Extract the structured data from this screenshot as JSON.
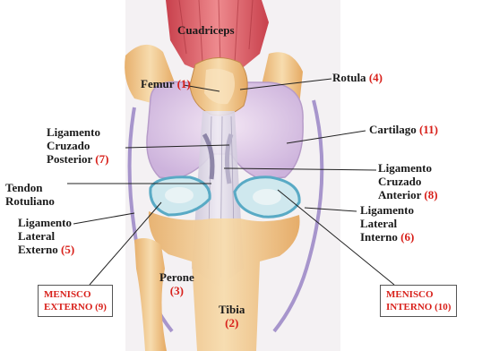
{
  "labels": {
    "cuadriceps": "Cuadriceps",
    "femur": "Femur",
    "femur_num": "(1)",
    "rotula": "Rotula",
    "rotula_num": "(4)",
    "lig_cruz_post_1": "Ligamento",
    "lig_cruz_post_2": "Cruzado",
    "lig_cruz_post_3": "Posterior",
    "lig_cruz_post_num": "(7)",
    "cartilago": "Cartilago",
    "cartilago_num": "(11)",
    "tendon_1": "Tendon",
    "tendon_2": "Rotuliano",
    "lig_cruz_ant_1": "Ligamento",
    "lig_cruz_ant_2": "Cruzado",
    "lig_cruz_ant_3": "Anterior",
    "lig_cruz_ant_num": "(8)",
    "lig_lat_ext_1": "Ligamento",
    "lig_lat_ext_2": "Lateral",
    "lig_lat_ext_3": "Externo",
    "lig_lat_ext_num": "(5)",
    "lig_lat_int_1": "Ligamento",
    "lig_lat_int_2": "Lateral",
    "lig_lat_int_3": "Interno",
    "lig_lat_int_num": "(6)",
    "perone": "Perone",
    "perone_num": "(3)",
    "tibia": "Tibia",
    "tibia_num": "(2)",
    "menisco_ext_1": "MENISCO",
    "menisco_ext_2": "EXTERNO (9)",
    "menisco_int_1": "MENISCO",
    "menisco_int_2": "INTERNO (10)"
  },
  "colors": {
    "bone": "#f1c98e",
    "bone_shadow": "#d99a55",
    "muscle": "#d9545e",
    "cartilage": "#dcc8e6",
    "ligament": "#b9a6d6",
    "meniscus": "#9fd0df",
    "number_red": "#d8201a"
  }
}
